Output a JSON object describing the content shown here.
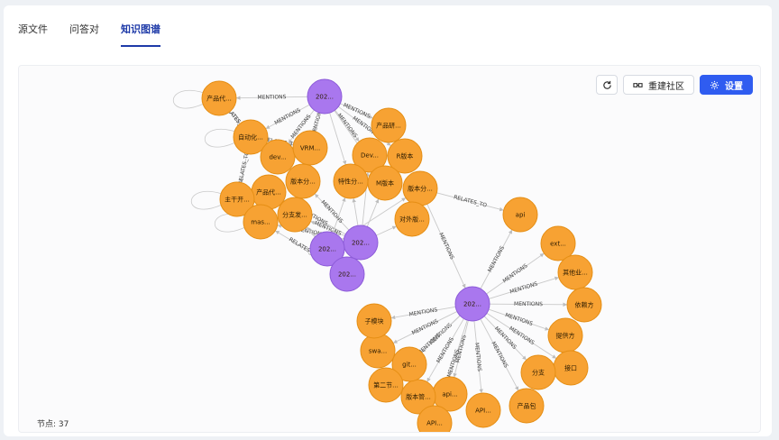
{
  "tabs": [
    {
      "label": "源文件",
      "active": false
    },
    {
      "label": "问答对",
      "active": false
    },
    {
      "label": "知识图谱",
      "active": true
    }
  ],
  "toolbar": {
    "refresh_icon": "refresh-icon",
    "rebuild_label": "重建社区",
    "rebuild_icon": "community-icon",
    "settings_label": "设置",
    "settings_icon": "gear-icon"
  },
  "status": {
    "node_count": "节点: 37"
  },
  "colors": {
    "entity": "#f7a233",
    "entity_stroke": "#e58e14",
    "document": "#a977ee",
    "document_stroke": "#8c5bd8",
    "edge": "#c9c9c9",
    "accent": "#2f5cf0"
  },
  "graph": {
    "nodes": [
      {
        "id": "n1",
        "label": "产品代...",
        "kind": "entity"
      },
      {
        "id": "n2",
        "label": "自动化...",
        "kind": "entity"
      },
      {
        "id": "n3",
        "label": "dev...",
        "kind": "entity"
      },
      {
        "id": "n4",
        "label": "VRM...",
        "kind": "entity"
      },
      {
        "id": "n5",
        "label": "产品研...",
        "kind": "entity"
      },
      {
        "id": "n6",
        "label": "Dev...",
        "kind": "entity"
      },
      {
        "id": "n7",
        "label": "R版本",
        "kind": "entity"
      },
      {
        "id": "n8",
        "label": "版本分...",
        "kind": "entity"
      },
      {
        "id": "n9",
        "label": "产品代...",
        "kind": "entity"
      },
      {
        "id": "n10",
        "label": "特性分...",
        "kind": "entity"
      },
      {
        "id": "n11",
        "label": "M版本",
        "kind": "entity"
      },
      {
        "id": "n12",
        "label": "版本分...",
        "kind": "entity"
      },
      {
        "id": "n13",
        "label": "主干开...",
        "kind": "entity"
      },
      {
        "id": "n14",
        "label": "分支发...",
        "kind": "entity"
      },
      {
        "id": "n15",
        "label": "mas...",
        "kind": "entity"
      },
      {
        "id": "n16",
        "label": "对外版...",
        "kind": "entity"
      },
      {
        "id": "n17",
        "label": "api",
        "kind": "entity"
      },
      {
        "id": "n18",
        "label": "ext...",
        "kind": "entity"
      },
      {
        "id": "n19",
        "label": "其他业...",
        "kind": "entity"
      },
      {
        "id": "n20",
        "label": "依赖方",
        "kind": "entity"
      },
      {
        "id": "n21",
        "label": "提供方",
        "kind": "entity"
      },
      {
        "id": "n22",
        "label": "接口",
        "kind": "entity"
      },
      {
        "id": "n23",
        "label": "分支",
        "kind": "entity"
      },
      {
        "id": "n24",
        "label": "产品包",
        "kind": "entity"
      },
      {
        "id": "n25",
        "label": "API...",
        "kind": "entity"
      },
      {
        "id": "n26",
        "label": "api...",
        "kind": "entity"
      },
      {
        "id": "n27",
        "label": "版本管...",
        "kind": "entity"
      },
      {
        "id": "n28",
        "label": "API...",
        "kind": "entity"
      },
      {
        "id": "n29",
        "label": "git...",
        "kind": "entity"
      },
      {
        "id": "n30",
        "label": "第二节...",
        "kind": "entity"
      },
      {
        "id": "n31",
        "label": "swa...",
        "kind": "entity"
      },
      {
        "id": "n32",
        "label": "子模块",
        "kind": "entity"
      },
      {
        "id": "d1",
        "label": "202...",
        "kind": "document"
      },
      {
        "id": "d2",
        "label": "202...",
        "kind": "document"
      },
      {
        "id": "d3",
        "label": "202...",
        "kind": "document"
      },
      {
        "id": "d4",
        "label": "202...",
        "kind": "document"
      },
      {
        "id": "d5",
        "label": "202...",
        "kind": "document"
      }
    ],
    "edges": [
      {
        "s": "d1",
        "t": "n1",
        "label": "MENTIONS"
      },
      {
        "s": "d1",
        "t": "n2",
        "label": "MENTIONS"
      },
      {
        "s": "d1",
        "t": "n3",
        "label": "MENTIONS"
      },
      {
        "s": "d1",
        "t": "n4",
        "label": "MENTIONS"
      },
      {
        "s": "d1",
        "t": "n5",
        "label": "MENTIONS"
      },
      {
        "s": "d1",
        "t": "n6",
        "label": "MENTIONS"
      },
      {
        "s": "d1",
        "t": "n7",
        "label": "MENTIONS"
      },
      {
        "s": "d1",
        "t": "n8",
        "label": ""
      },
      {
        "s": "d1",
        "t": "n10",
        "label": ""
      },
      {
        "s": "d1",
        "t": "n11",
        "label": ""
      },
      {
        "s": "n1",
        "t": "n2",
        "label": "RELATES_TO"
      },
      {
        "s": "n2",
        "t": "n13",
        "label": "RELATES_TO"
      },
      {
        "s": "n1",
        "t": "n2",
        "label": "RELATES_TO"
      },
      {
        "s": "n2",
        "t": "n4",
        "label": "RELATES_TO"
      },
      {
        "s": "n3",
        "t": "n4",
        "label": "RELATES_TO"
      },
      {
        "s": "d2",
        "t": "n8",
        "label": "MENTIONS"
      },
      {
        "s": "d2",
        "t": "n9",
        "label": "MENTIONS"
      },
      {
        "s": "d2",
        "t": "n10",
        "label": ""
      },
      {
        "s": "d2",
        "t": "n11",
        "label": ""
      },
      {
        "s": "d2",
        "t": "n14",
        "label": "MENTIONS"
      },
      {
        "s": "d2",
        "t": "n15",
        "label": "MENTIONS"
      },
      {
        "s": "d2",
        "t": "n16",
        "label": ""
      },
      {
        "s": "d2",
        "t": "n6",
        "label": ""
      },
      {
        "s": "d3",
        "t": "n12",
        "label": ""
      },
      {
        "s": "d3",
        "t": "n10",
        "label": ""
      },
      {
        "s": "d3",
        "t": "n14",
        "label": ""
      },
      {
        "s": "d3",
        "t": "n9",
        "label": ""
      },
      {
        "s": "d4",
        "t": "n15",
        "label": "RELATES_TO"
      },
      {
        "s": "n13",
        "t": "n15",
        "label": "RELATES_TO"
      },
      {
        "s": "n12",
        "t": "n17",
        "label": "RELATES_TO"
      },
      {
        "s": "n12",
        "t": "d5",
        "label": "MENTIONS"
      },
      {
        "s": "d5",
        "t": "n17",
        "label": "MENTIONS"
      },
      {
        "s": "d5",
        "t": "n18",
        "label": "MENTIONS"
      },
      {
        "s": "d5",
        "t": "n19",
        "label": "MENTIONS"
      },
      {
        "s": "d5",
        "t": "n20",
        "label": "MENTIONS"
      },
      {
        "s": "d5",
        "t": "n21",
        "label": "MENTIONS"
      },
      {
        "s": "d5",
        "t": "n22",
        "label": "MENTIONS"
      },
      {
        "s": "d5",
        "t": "n23",
        "label": "MENTIONS"
      },
      {
        "s": "d5",
        "t": "n24",
        "label": "MENTIONS"
      },
      {
        "s": "d5",
        "t": "n25",
        "label": "MENTIONS"
      },
      {
        "s": "d5",
        "t": "n26",
        "label": "MENTIONS"
      },
      {
        "s": "d5",
        "t": "n27",
        "label": "MENTIONS"
      },
      {
        "s": "d5",
        "t": "n28",
        "label": "MENTIONS"
      },
      {
        "s": "d5",
        "t": "n29",
        "label": "MENTIONS"
      },
      {
        "s": "d5",
        "t": "n30",
        "label": "MENTIONS"
      },
      {
        "s": "d5",
        "t": "n31",
        "label": "MENTIONS"
      },
      {
        "s": "d5",
        "t": "n32",
        "label": "MENTIONS"
      }
    ]
  }
}
